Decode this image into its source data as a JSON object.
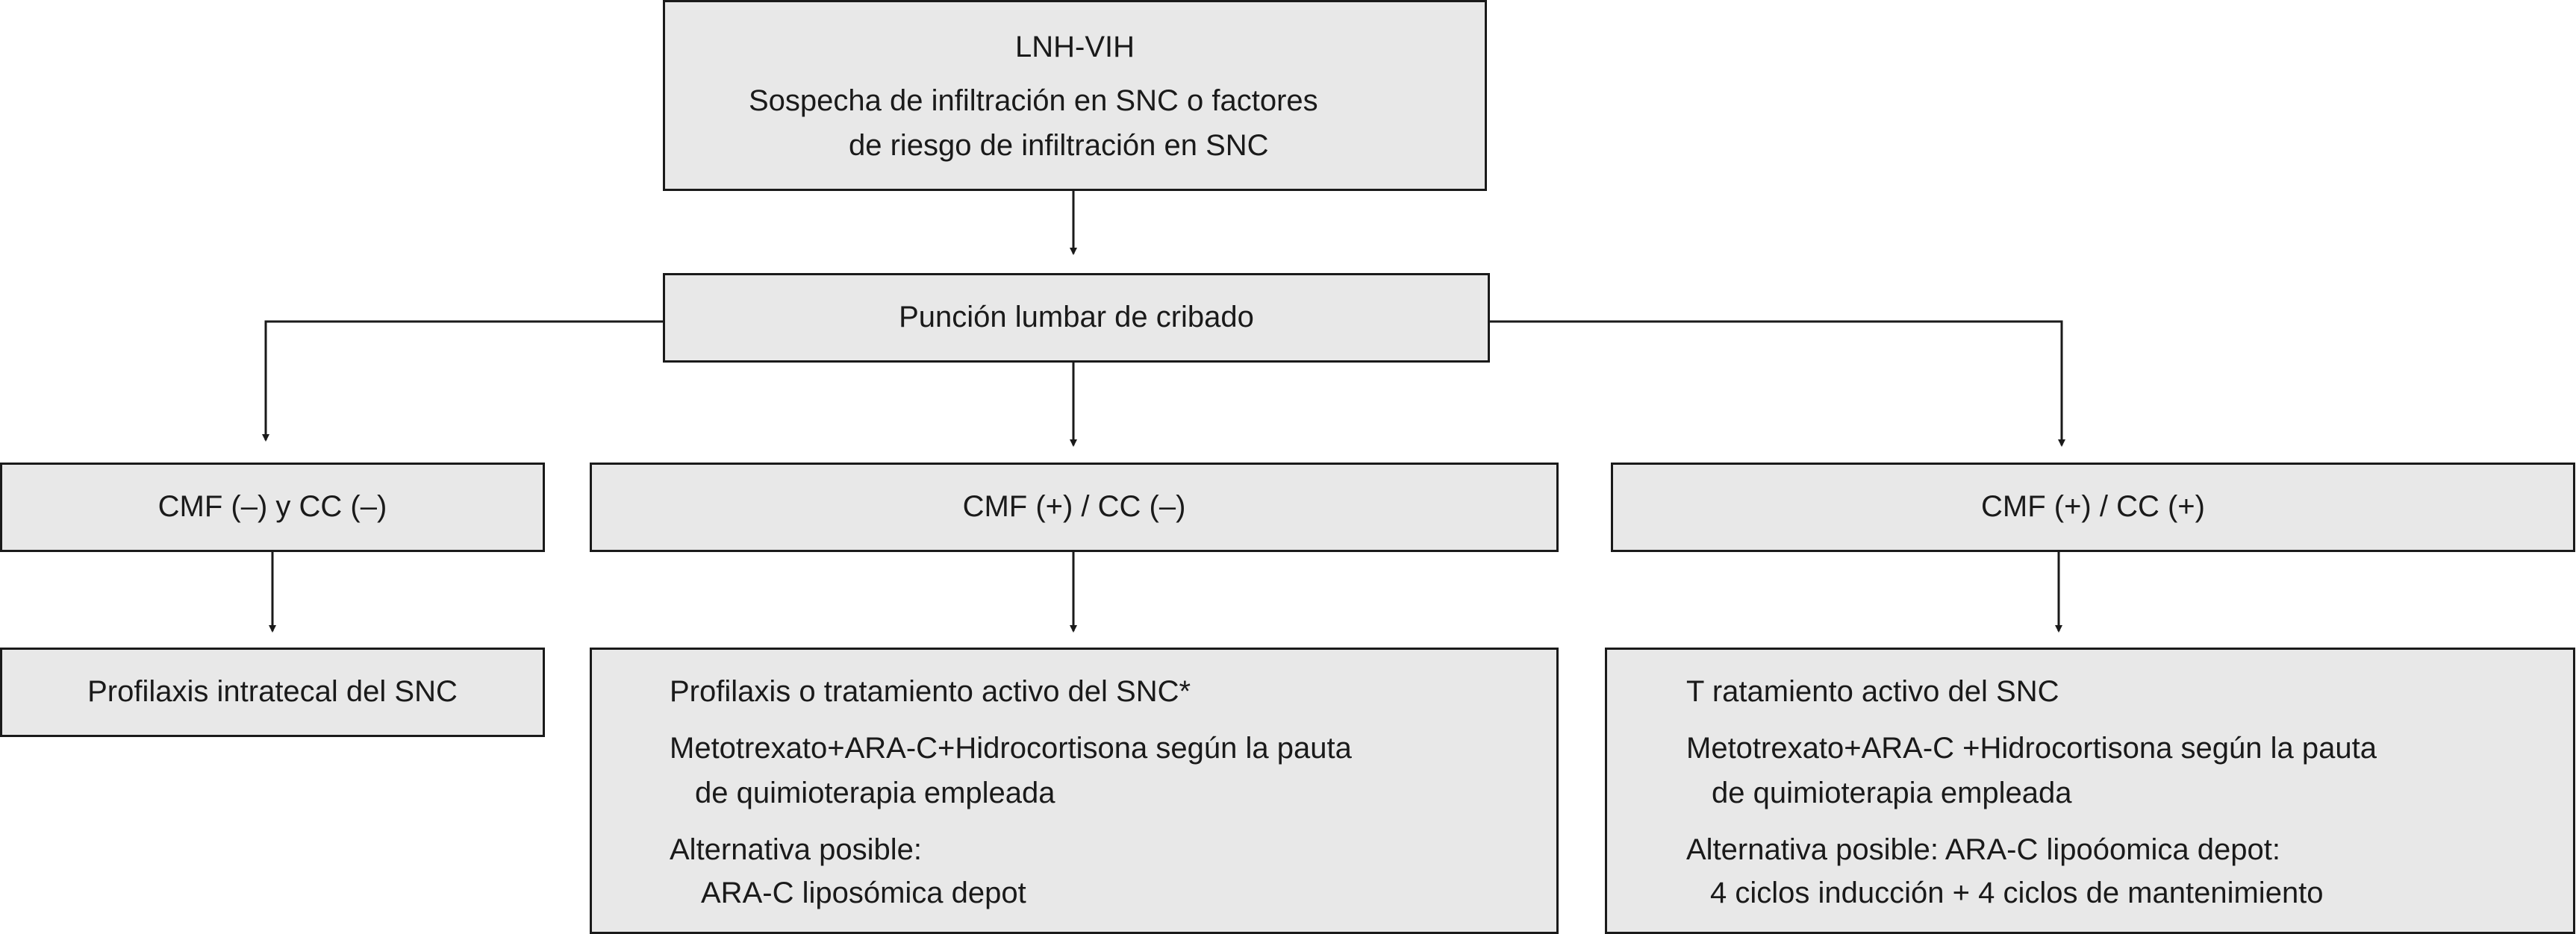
{
  "flowchart": {
    "root": {
      "title": "LNH-VIH",
      "line1": "Sospecha de infiltración en SNC o factores",
      "line2": "de riesgo de infiltración en SNC"
    },
    "screening": {
      "label": "Punción lumbar de cribado"
    },
    "branches": [
      {
        "result": "CMF (–) y  CC (–)",
        "treatment": [
          "Profilaxis intratecal del SNC"
        ]
      },
      {
        "result": "CMF (+) / CC (–)",
        "treatment": [
          "Profilaxis  o tratamiento activo del SNC*",
          "Metotrexato+ARA-C+Hidrocortisona según la pauta",
          "de quimioterapia empleada",
          "Alternativa posible:",
          "ARA-C liposómica depot"
        ]
      },
      {
        "result": "CMF (+) / CC (+)",
        "treatment": [
          "T ratamiento activo del SNC",
          "Metotrexato+ARA-C +Hidrocortisona según la pauta",
          "de quimioterapia empleada",
          "Alternativa posible: ARA-C lipoóomica depot:",
          "4 ciclos inducción + 4 ciclos de mantenimiento"
        ]
      }
    ]
  },
  "colors": {
    "box_fill": "#e8e8e8",
    "stroke": "#1a1a1a"
  }
}
